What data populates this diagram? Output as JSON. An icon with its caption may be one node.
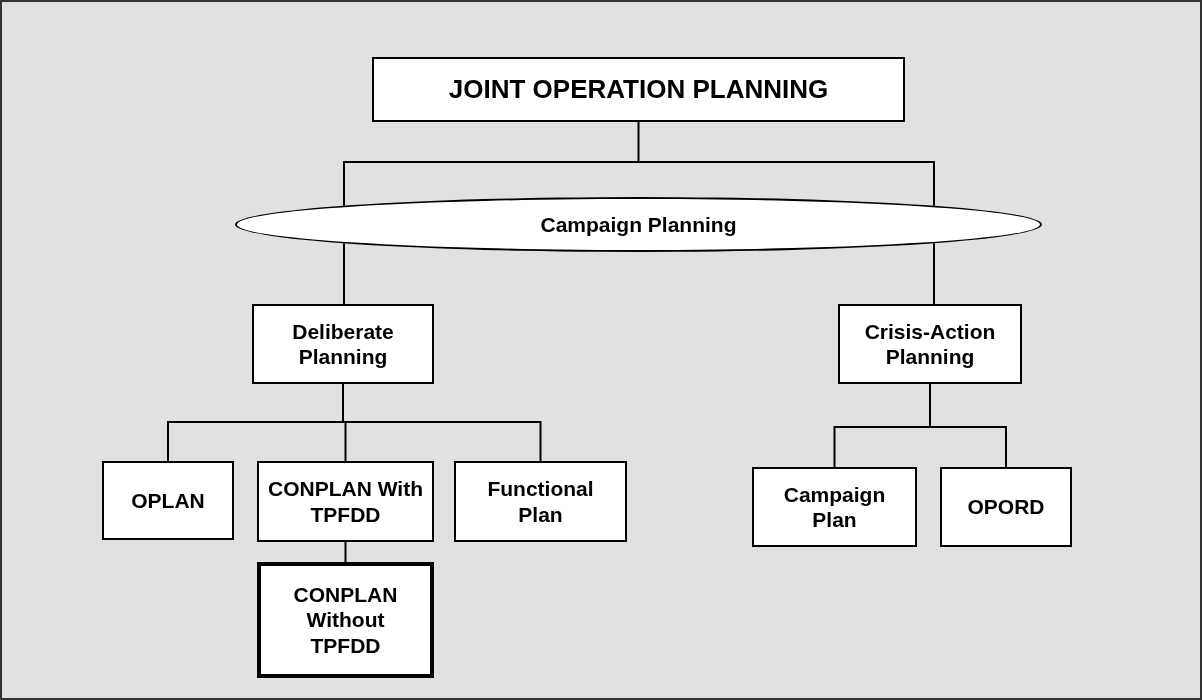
{
  "diagram": {
    "nodes": [
      {
        "text": [
          "JOINT OPERATION PLANNING"
        ]
      },
      {
        "text": [
          "Campaign Planning"
        ]
      },
      {
        "text": [
          "Deliberate Planning"
        ]
      },
      {
        "text": [
          "Crisis-Action Planning"
        ]
      },
      {
        "text": [
          "OPLAN"
        ]
      },
      {
        "text": [
          "CONPLAN With TPFDD"
        ]
      },
      {
        "text": [
          "Functional Plan"
        ]
      },
      {
        "text": [
          "CONPLAN Without TPFDD"
        ]
      },
      {
        "text": [
          "Campaign Plan"
        ]
      },
      {
        "text": [
          "OPORD"
        ]
      }
    ],
    "edges": [
      {
        "from": 0,
        "to": 1,
        "arrow": "none"
      },
      {
        "from": 1,
        "to": 2,
        "arrow": "none"
      },
      {
        "from": 1,
        "to": 3,
        "arrow": "none"
      },
      {
        "from": 2,
        "to": 4,
        "arrow": "none"
      },
      {
        "from": 2,
        "to": 5,
        "arrow": "none"
      },
      {
        "from": 2,
        "to": 6,
        "arrow": "none"
      },
      {
        "from": 5,
        "to": 7,
        "arrow": "none"
      },
      {
        "from": 3,
        "to": 8,
        "arrow": "none"
      },
      {
        "from": 3,
        "to": 9,
        "arrow": "none"
      }
    ]
  }
}
